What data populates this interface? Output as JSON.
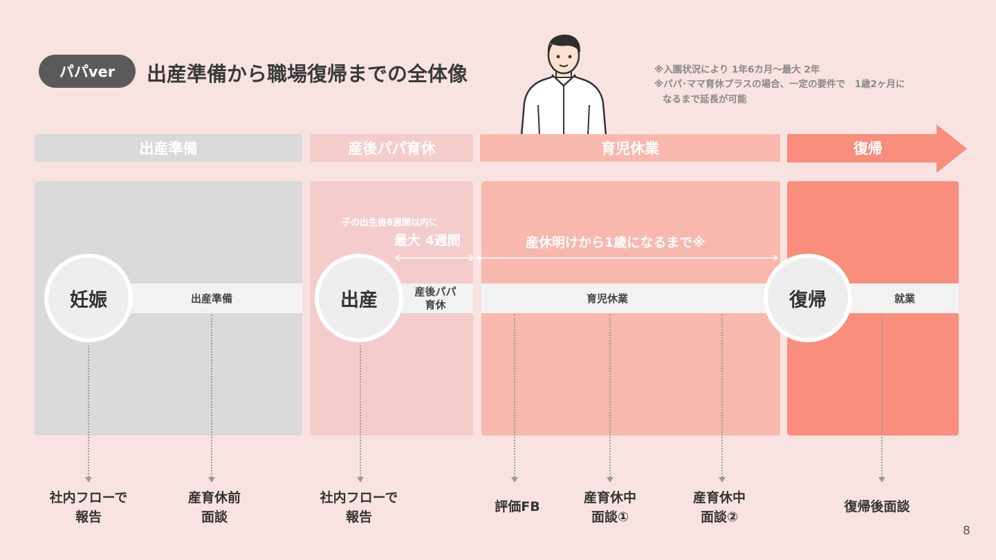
{
  "header": {
    "tag": "パパver",
    "title": "出産準備から職場復帰までの全体像",
    "notes": [
      "※入園状況により 1年6カ月～最大 2年",
      "※パパ･ママ育休プラスの場合、一定の要件で　1歳2ヶ月に",
      "なるまで延長が可能"
    ]
  },
  "phases": [
    {
      "label": "出産準備",
      "color": "#dadada"
    },
    {
      "label": "産後パパ育休",
      "color": "#f5cccc"
    },
    {
      "label": "育児休業",
      "color": "#f9b8ad"
    },
    {
      "label": "復帰",
      "color": "#f98e7d"
    }
  ],
  "bands": {
    "prep": "出産準備",
    "paternity_line1": "産後パパ",
    "paternity_line2": "育休",
    "childcare": "育児休業",
    "work": "就業"
  },
  "circles": {
    "pregnancy": "妊娠",
    "birth": "出産",
    "return": "復帰"
  },
  "periods": {
    "paternity_small": "子の出生後8週間以内に",
    "paternity_big": "最大 4週間",
    "childcare": "産休明けから1歳になるまで※"
  },
  "milestones": [
    {
      "line1": "社内フローで",
      "line2": "報告"
    },
    {
      "line1": "産育休前",
      "line2": "面談"
    },
    {
      "line1": "社内フローで",
      "line2": "報告"
    },
    {
      "line1": "評価FB",
      "line2": ""
    },
    {
      "line1": "産育休中",
      "line2": "面談①"
    },
    {
      "line1": "産育休中",
      "line2": "面談②"
    },
    {
      "line1": "復帰後面談",
      "line2": ""
    }
  ],
  "page_number": "8",
  "icons": {
    "person": "person-illustration-icon",
    "arrow": "timeline-arrow-icon"
  }
}
